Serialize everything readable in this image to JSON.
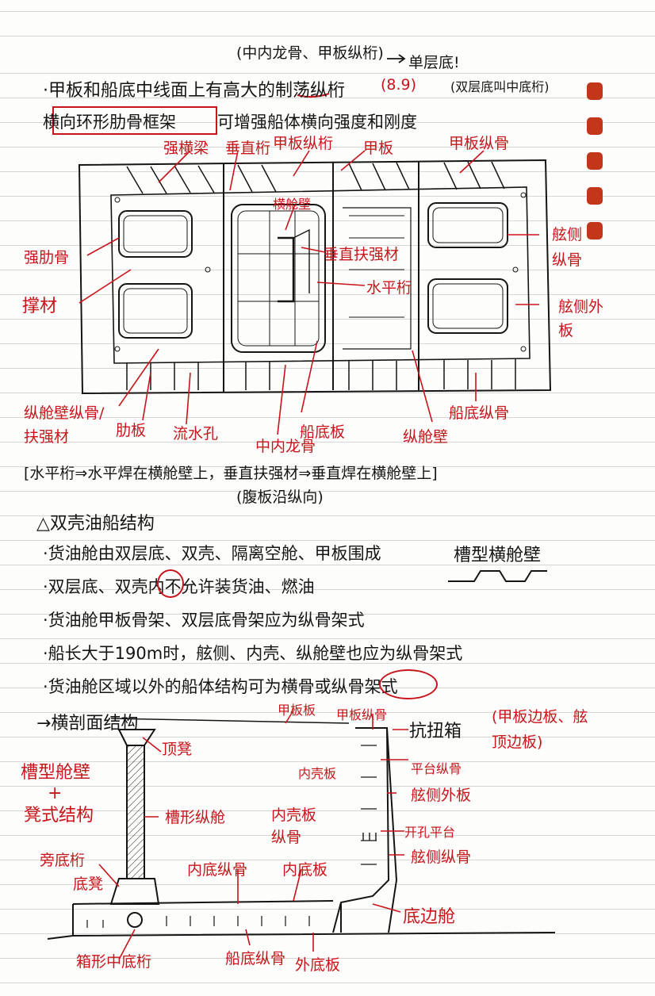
{
  "header": {
    "topic": "(中内龙骨、甲板纵桁)",
    "arrow_note": "单层底!",
    "double_note": "(双层底叫中底桁)"
  },
  "section1": {
    "line1": "·甲板和船底中线面上有高大的制荡纵桁",
    "line1_ref": "(8.9)",
    "line2_boxed": "横向环形肋骨框架",
    "line2_rest": "可增强船体横向强度和刚度"
  },
  "fig1_labels": {
    "strong_beam": "强横梁",
    "vertical_girder": "垂直桁",
    "deck_girder": "甲板纵桁",
    "deck": "甲板",
    "deck_longitudinal": "甲板纵骨",
    "transverse_bulkhead": "横舱壁",
    "side_longitudinal": "舷侧纵骨",
    "web_frame": "强肋骨",
    "cross_tie": "撑材",
    "vertical_stiffener": "垂直扶强材",
    "horizontal_girder": "水平桁",
    "side_shell": "舷侧外板",
    "longitudinal_bulkhead_stiffener": "纵舱壁纵骨/扶强材",
    "floor": "肋板",
    "drain_hole": "流水孔",
    "bottom_plate": "船底板",
    "center_keelson": "中内龙骨",
    "longitudinal_bulkhead": "纵舱壁",
    "bottom_longitudinal": "船底纵骨"
  },
  "section2": {
    "weld_note": "[水平桁⇒水平焊在横舱壁上，垂直扶强材⇒垂直焊在横舱壁上]",
    "web_note": "(腹板沿纵向)",
    "title": "△双壳油船结构",
    "item1": "·货油舱由双层底、双壳、隔离空舱、甲板围成",
    "corrugated_label": "槽型横舱壁",
    "item2": "·双层底、双壳内不允许装货油、燃油",
    "item3": "·货油舱甲板骨架、双层底骨架应为纵骨架式",
    "item4": "·船长大于190m时，舷侧、内壳、纵舱壁也应为纵骨架式",
    "item5": "·货油舱区域以外的船体结构可为横骨或纵骨架式"
  },
  "section3": {
    "title": "→横剖面结构",
    "deck_plate": "甲板板",
    "deck_longitudinal": "甲板纵骨",
    "torsion_box": "抗扭箱",
    "torsion_box_note": "(甲板边板、舷顶边板)",
    "top_stool": "顶凳",
    "corrugated_bulkhead": "槽型舱壁",
    "plus": "+",
    "stool_structure": "凳式结构",
    "inner_shell": "内壳板",
    "platform_longitudinal": "平台纵骨",
    "side_shell_plate": "舷侧外板",
    "corrugated_longitudinal_bulkhead": "槽形纵舱",
    "inner_shell_longitudinal": "内壳板纵骨",
    "perforated_platform": "开孔平台",
    "side_longitudinal": "舷侧纵骨",
    "side_girder": "旁底桁",
    "inner_bottom_longitudinal": "内底纵骨",
    "inner_bottom": "内底板",
    "bottom_stool": "底凳",
    "bilge_tank": "底边舱",
    "box_center_girder": "箱形中底桁",
    "bottom_longitudinal": "船底纵骨",
    "outer_bottom": "外底板"
  },
  "colors": {
    "ink": "#151515",
    "annotation": "#c8141b",
    "tab": "#c4361a"
  }
}
